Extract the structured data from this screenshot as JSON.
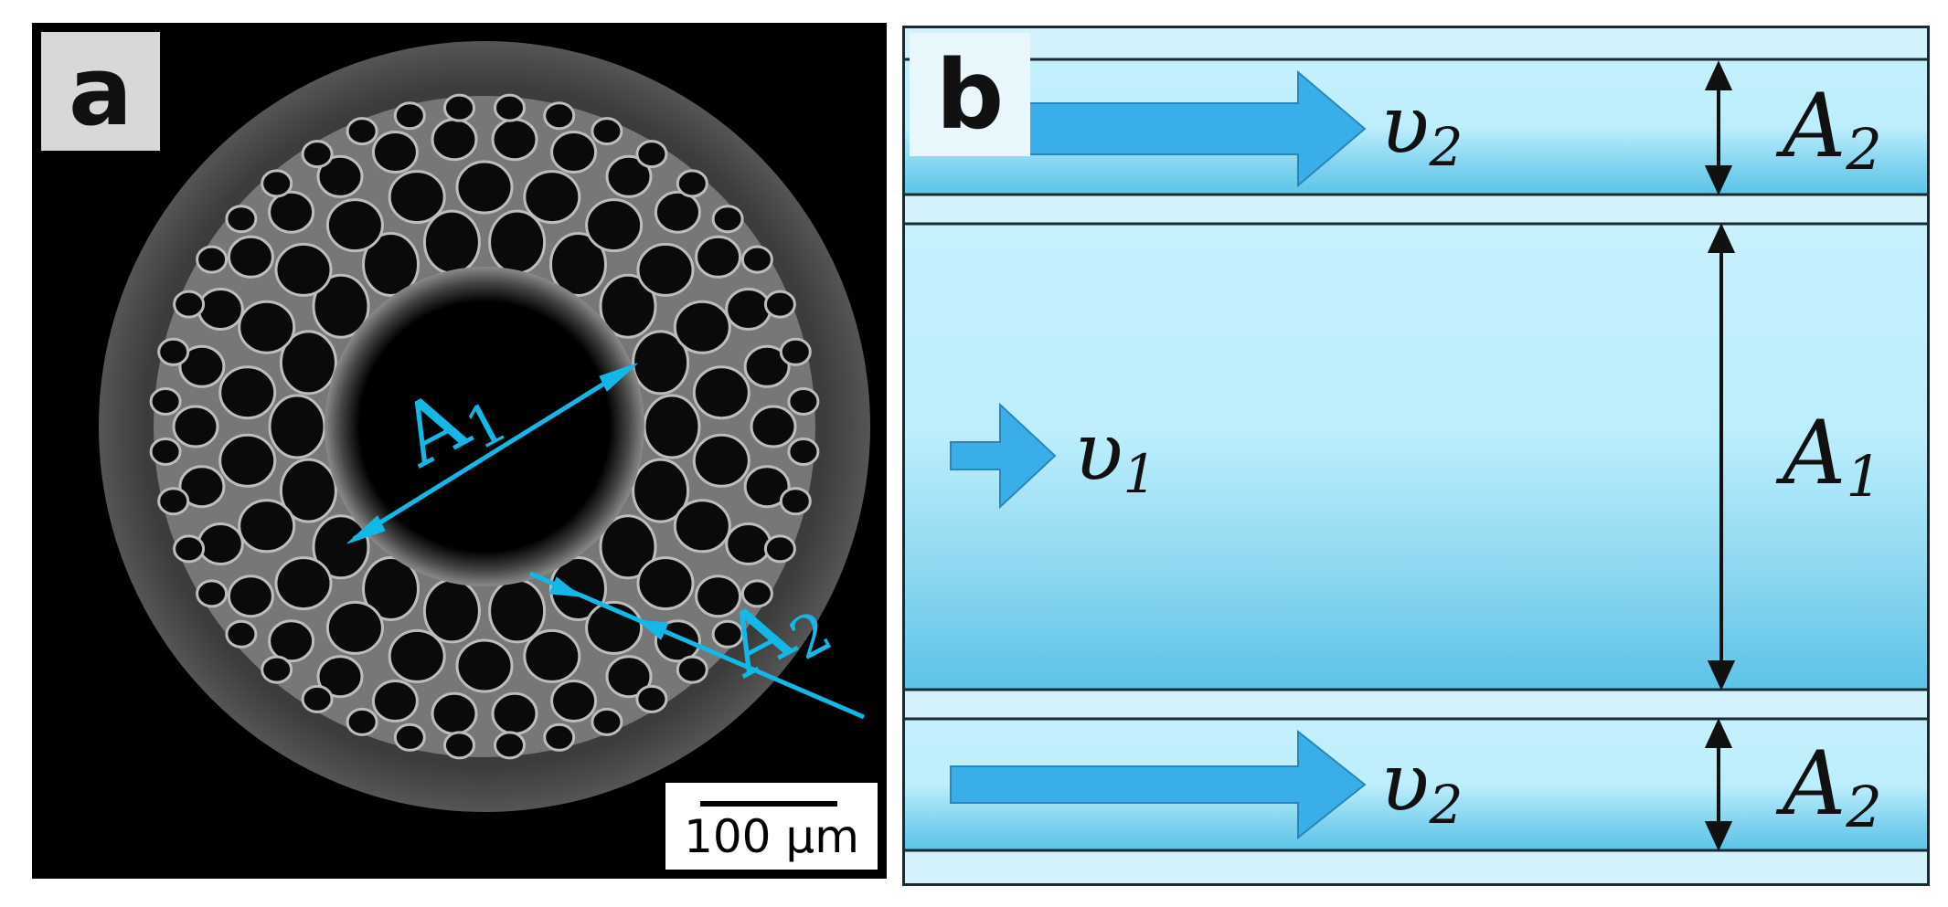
{
  "panel_a": {
    "label": "a",
    "annotation_core": "A",
    "annotation_core_sub": "1",
    "annotation_cladding": "A",
    "annotation_cladding_sub": "2",
    "scale_bar_text": "100 µm",
    "accent_color": "#14b8e6"
  },
  "panel_b": {
    "label": "b",
    "top_velocity": "υ",
    "top_velocity_sub": "2",
    "top_area": "A",
    "top_area_sub": "2",
    "middle_velocity": "υ",
    "middle_velocity_sub": "1",
    "middle_area": "A",
    "middle_area_sub": "1",
    "bottom_velocity": "υ",
    "bottom_velocity_sub": "2",
    "bottom_area": "A",
    "bottom_area_sub": "2",
    "channel_color": "#bfeefc",
    "arrow_color": "#3aaee8"
  }
}
